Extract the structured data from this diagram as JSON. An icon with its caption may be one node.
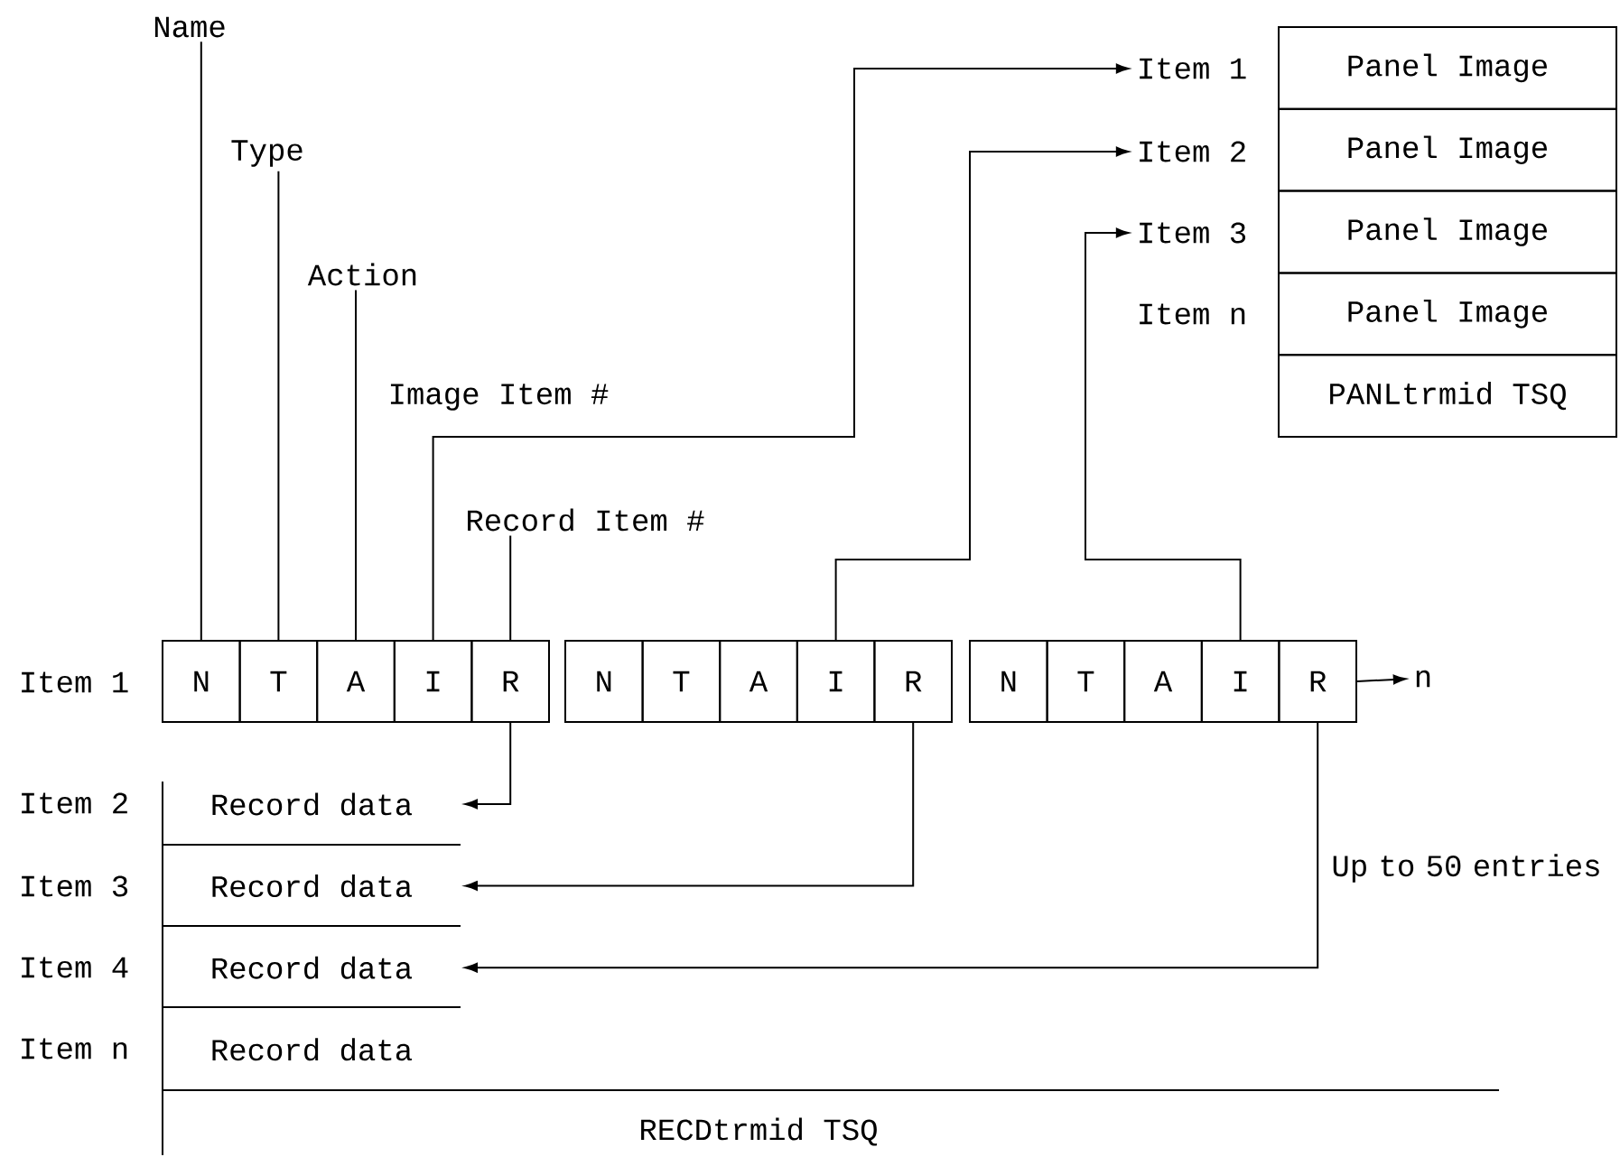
{
  "diagram": {
    "nodes": [
      {
        "text": [
          "Name"
        ]
      },
      {
        "text": [
          "Type"
        ]
      },
      {
        "text": [
          "Action"
        ]
      },
      {
        "text": [
          "Record Item #"
        ]
      },
      {
        "text": [
          "Item 1"
        ]
      },
      {
        "text": [
          "Item 2"
        ]
      },
      {
        "text": [
          "Item 3"
        ]
      },
      {
        "text": [
          "Panel Image"
        ]
      },
      {
        "text": [
          "Panel Image"
        ]
      },
      {
        "text": [
          "Panel Image"
        ]
      },
      {
        "text": [
          "Panel Image"
        ]
      },
      {
        "text": [
          "PANLtrmid TSQ"
        ]
      },
      {
        "text": [
          "N"
        ]
      },
      {
        "text": [
          "T"
        ]
      },
      {
        "text": [
          "A"
        ]
      },
      {
        "text": [
          "I"
        ]
      },
      {
        "text": [
          "R"
        ]
      },
      {
        "text": [
          "N"
        ]
      },
      {
        "text": [
          "T"
        ]
      },
      {
        "text": [
          "A"
        ]
      },
      {
        "text": [
          "I"
        ]
      },
      {
        "text": [
          "R"
        ]
      },
      {
        "text": [
          "N"
        ]
      },
      {
        "text": [
          "T"
        ]
      },
      {
        "text": [
          "A"
        ]
      },
      {
        "text": [
          "I"
        ]
      },
      {
        "text": [
          "R"
        ]
      },
      {
        "text": [
          "n"
        ]
      },
      {
        "text": [
          "Record data"
        ]
      },
      {
        "text": [
          "Record data"
        ]
      },
      {
        "text": [
          "Record data"
        ]
      },
      {
        "text": [
          "Record data"
        ]
      },
      {
        "text": [
          "RECDtrmid TSQ"
        ]
      }
    ],
    "edges": [
      {
        "from": 0,
        "to": 12,
        "arrow": "none"
      },
      {
        "from": 1,
        "to": 13,
        "arrow": "none"
      },
      {
        "from": 2,
        "to": 14,
        "arrow": "none"
      },
      {
        "from": 3,
        "to": 16,
        "arrow": "none"
      },
      {
        "from": 15,
        "to": 4,
        "arrow": "to"
      },
      {
        "from": 20,
        "to": 5,
        "arrow": "to"
      },
      {
        "from": 25,
        "to": 6,
        "arrow": "to"
      },
      {
        "from": 16,
        "to": 28,
        "arrow": "to"
      },
      {
        "from": 21,
        "to": 29,
        "arrow": "to"
      },
      {
        "from": 26,
        "to": 30,
        "arrow": "to"
      },
      {
        "from": 26,
        "to": 27,
        "arrow": "to"
      }
    ],
    "labels": [
      "Image Item #",
      "Item n",
      "Item 1",
      "Item 2",
      "Item 3",
      "Item 4",
      "Item n",
      "Up to 50 entries"
    ]
  }
}
